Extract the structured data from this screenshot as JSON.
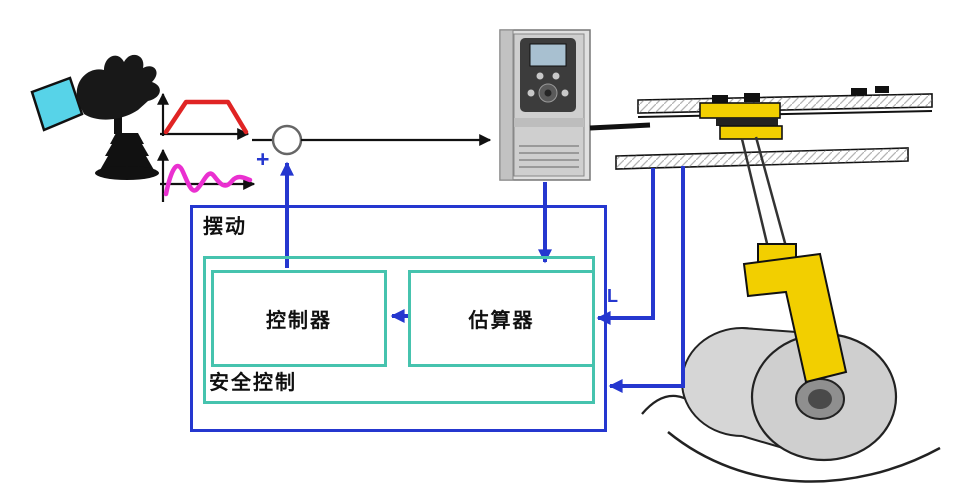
{
  "diagram": {
    "type": "crane anti-sway control block diagram",
    "swing_box_label": "摆动",
    "safety_box_label": "安全控制",
    "controller_label": "控制器",
    "estimator_label": "估算器",
    "cable_length_label": "L",
    "sum_plus_label": "+"
  },
  "icons": {
    "operator": "joystick-hand-icon",
    "velocity_profile": "velocity-profile-chart",
    "sway_signal": "sway-signal-chart",
    "drive": "vfd-drive-icon",
    "crane": "crane-rail-trolley-icon",
    "load": "coil-spreader-icon"
  },
  "colors": {
    "arrow_blue": "#2537cf",
    "box_teal": "#46c3ae",
    "profile_red": "#e02424",
    "sway_magenta": "#ea30d0",
    "machine_yellow": "#f2cf00",
    "cuff_cyan": "#57d3e8"
  }
}
